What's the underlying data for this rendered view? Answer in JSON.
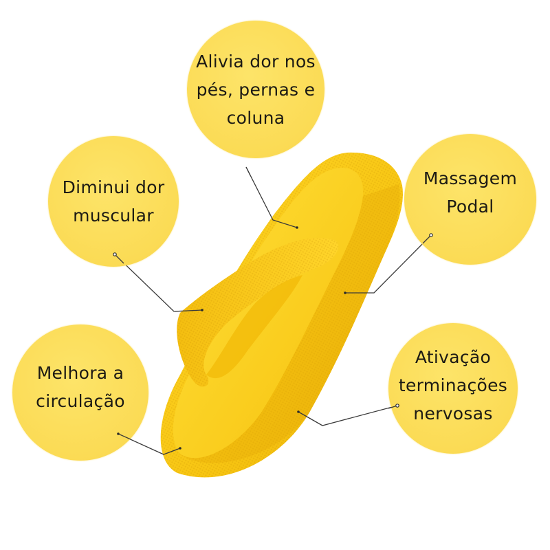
{
  "colors": {
    "bubble": "#fbdb55",
    "text": "#1c1a14",
    "sandal_light": "#ffd21a",
    "sandal_mid": "#f6c40e",
    "sandal_dark": "#e7ae06",
    "connector": "#3a3a3a",
    "background": "#ffffff"
  },
  "callouts": [
    {
      "id": "top",
      "lines": [
        "Alivia dor nos",
        "pés, pernas e",
        "coluna"
      ]
    },
    {
      "id": "left-mid",
      "lines": [
        "Diminui dor",
        "muscular"
      ]
    },
    {
      "id": "right-mid",
      "lines": [
        "Massagem",
        "Podal"
      ]
    },
    {
      "id": "bottom-left",
      "lines": [
        "Melhora a",
        "circulação"
      ]
    },
    {
      "id": "bottom-right",
      "lines": [
        "Ativação",
        "terminações",
        "nervosas"
      ]
    }
  ],
  "product": {
    "name": "yellow-flip-flop-sandal"
  }
}
